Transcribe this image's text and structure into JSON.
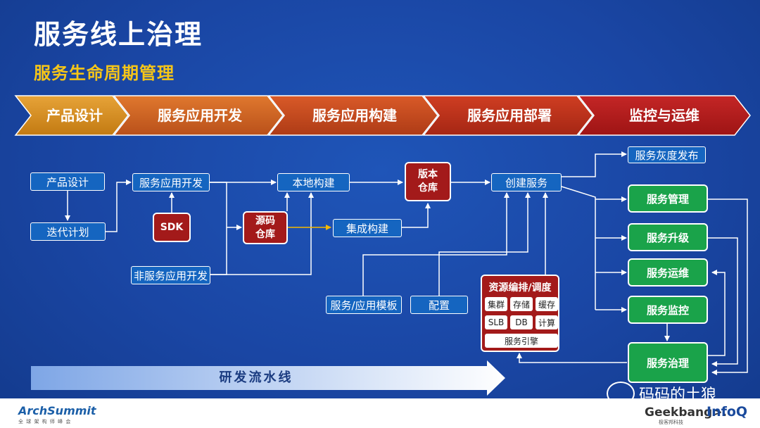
{
  "title": "服务线上治理",
  "subtitle": "服务生命周期管理",
  "stages": [
    "产品设计",
    "服务应用开发",
    "服务应用构建",
    "服务应用部署",
    "监控与运维"
  ],
  "nodes": {
    "product_design": "产品设计",
    "iteration_plan": "迭代计划",
    "service_dev": "服务应用开发",
    "sdk": "SDK",
    "non_service_dev": "非服务应用开发",
    "source_repo": "源码\n仓库",
    "local_build": "本地构建",
    "integration_build": "集成构建",
    "version_repo": "版本\n仓库",
    "create_service": "创建服务",
    "service_template": "服务/应用模板",
    "config": "配置",
    "gray_release": "服务灰度发布",
    "service_mgmt": "服务管理",
    "service_upgrade": "服务升级",
    "service_ops": "服务运维",
    "service_monitor": "服务监控",
    "service_governance": "服务治理"
  },
  "resource": {
    "title": "资源编排/调度",
    "chips": [
      "集群",
      "存储",
      "缓存",
      "SLB",
      "DB",
      "计算"
    ],
    "engine": "服务引擎"
  },
  "pipeline": "研发流水线",
  "watermark": "码码的土狼",
  "footer": {
    "arch_logo": "ArchSummit",
    "arch_sub": "全 球 架 构 师 峰 会",
    "geekbang": "Geekbang>.",
    "geekbang_sub": "极客邦科技",
    "infoq": "InfoQ"
  },
  "colors": {
    "background": "#1a46a4",
    "stage_gold": "#d4891c",
    "stage_orange": "#c9571c",
    "stage_red": "#b52c1c",
    "stage_crimson": "#b51c1c",
    "node_blue": "#1565c0",
    "node_red": "#a31a1a",
    "node_green": "#1aa34a",
    "source_link": "#f5b800"
  }
}
